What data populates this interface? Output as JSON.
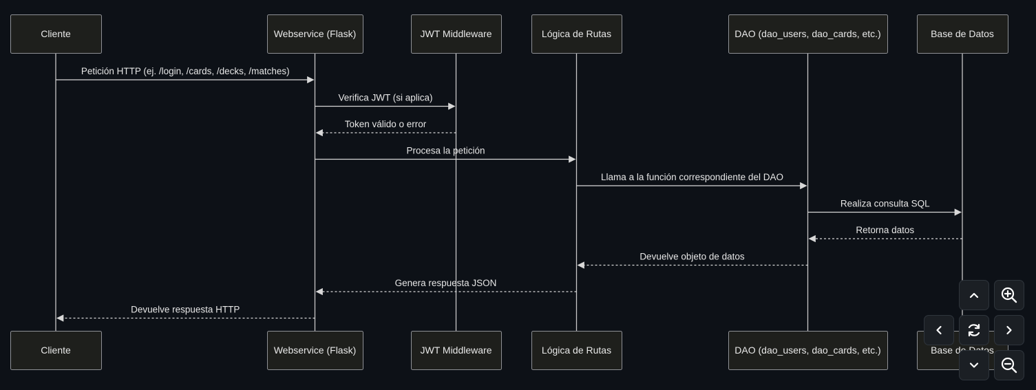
{
  "diagram": {
    "actors": [
      {
        "id": "cliente",
        "label": "Cliente"
      },
      {
        "id": "webservice",
        "label": "Webservice (Flask)"
      },
      {
        "id": "jwt",
        "label": "JWT Middleware"
      },
      {
        "id": "rutas",
        "label": "Lógica de Rutas"
      },
      {
        "id": "dao",
        "label": "DAO (dao_users, dao_cards, etc.)"
      },
      {
        "id": "db",
        "label": "Base de Datos"
      }
    ],
    "messages": [
      {
        "from": "cliente",
        "to": "webservice",
        "label": "Petición HTTP (ej. /login, /cards, /decks, /matches)",
        "style": "solid"
      },
      {
        "from": "webservice",
        "to": "jwt",
        "label": "Verifica JWT (si aplica)",
        "style": "solid"
      },
      {
        "from": "jwt",
        "to": "webservice",
        "label": "Token válido o error",
        "style": "dashed"
      },
      {
        "from": "webservice",
        "to": "rutas",
        "label": "Procesa la petición",
        "style": "solid"
      },
      {
        "from": "rutas",
        "to": "dao",
        "label": "Llama a la función correspondiente del DAO",
        "style": "solid"
      },
      {
        "from": "dao",
        "to": "db",
        "label": "Realiza consulta SQL",
        "style": "solid"
      },
      {
        "from": "db",
        "to": "dao",
        "label": "Retorna datos",
        "style": "dashed"
      },
      {
        "from": "dao",
        "to": "rutas",
        "label": "Devuelve objeto de datos",
        "style": "dashed"
      },
      {
        "from": "rutas",
        "to": "webservice",
        "label": "Genera respuesta JSON",
        "style": "dashed"
      },
      {
        "from": "webservice",
        "to": "cliente",
        "label": "Devuelve respuesta HTTP",
        "style": "dashed"
      }
    ]
  },
  "controls": [
    {
      "name": "pan-up-button",
      "icon": "chevron-up-icon"
    },
    {
      "name": "zoom-in-button",
      "icon": "zoom-in-icon"
    },
    {
      "name": "pan-left-button",
      "icon": "chevron-left-icon"
    },
    {
      "name": "reset-view-button",
      "icon": "refresh-icon"
    },
    {
      "name": "pan-right-button",
      "icon": "chevron-right-icon"
    },
    {
      "name": "pan-down-button",
      "icon": "chevron-down-icon"
    },
    {
      "name": "zoom-out-button",
      "icon": "zoom-out-icon"
    }
  ],
  "colors": {
    "background": "#0d1117",
    "actor_fill": "#1e1f1c",
    "actor_border": "#8f9196",
    "line": "#d8d8d8",
    "text": "#e6e6e6"
  }
}
